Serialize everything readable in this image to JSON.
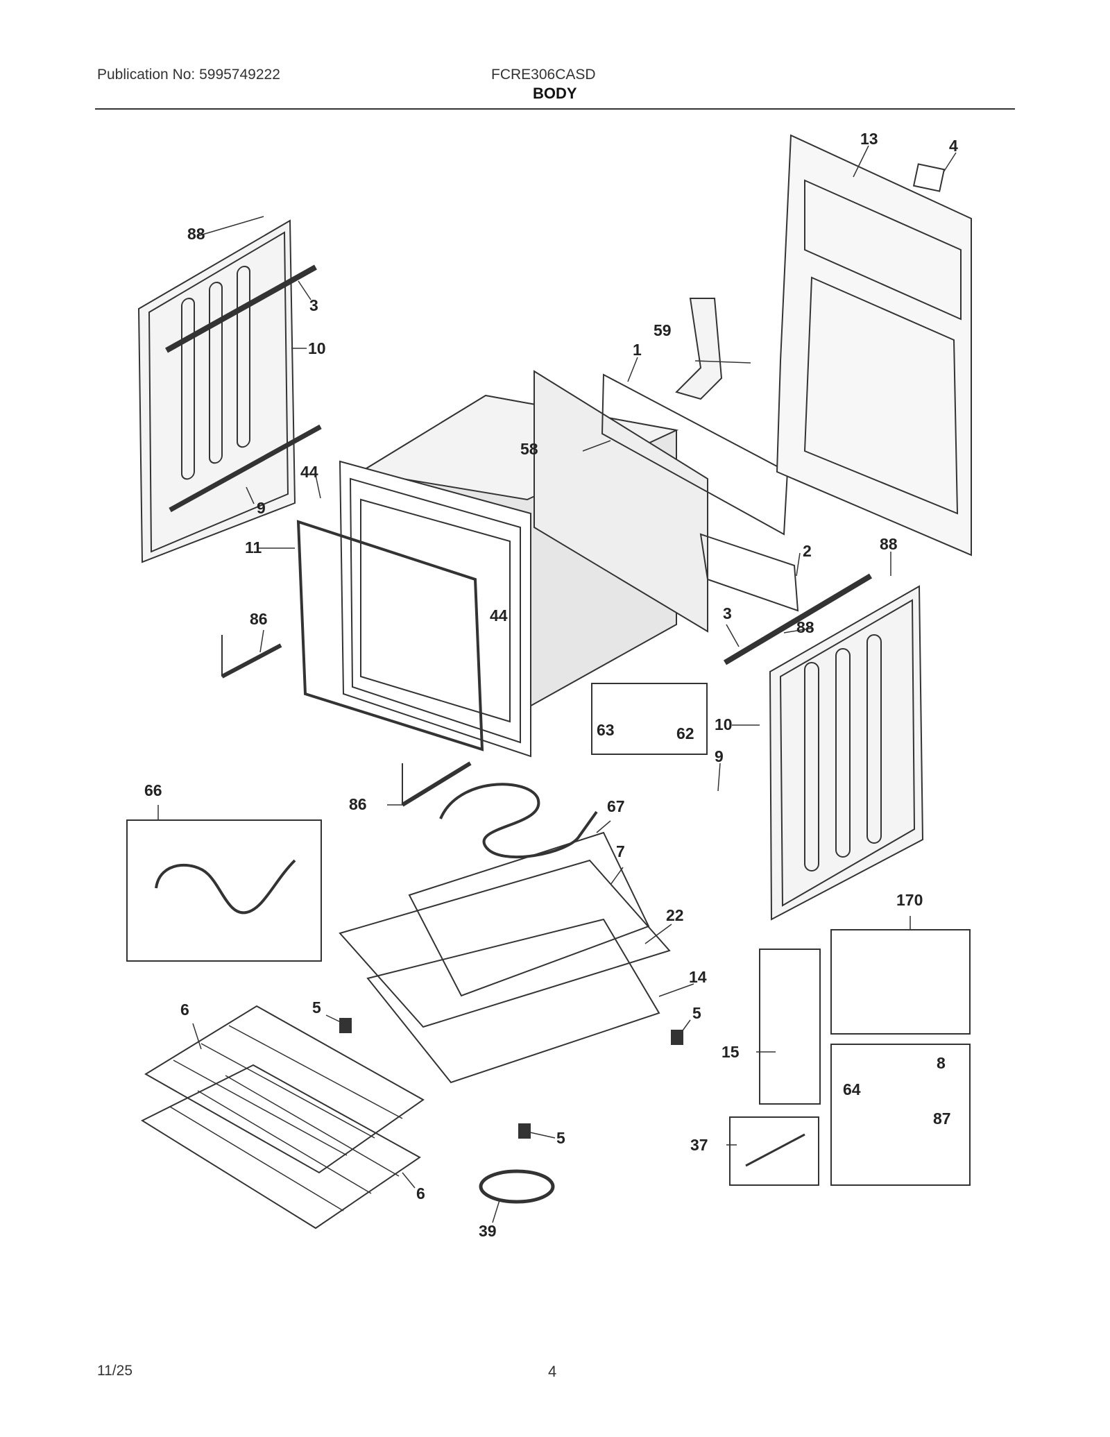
{
  "header": {
    "publication": "Publication No: 5995749222",
    "model": "FCRE306CASD",
    "section": "BODY"
  },
  "footer": {
    "date": "11/25",
    "page": "4"
  },
  "callouts": {
    "c1": "1",
    "c2": "2",
    "c3a": "3",
    "c3b": "3",
    "c4": "4",
    "c5a": "5",
    "c5b": "5",
    "c5c": "5",
    "c6a": "6",
    "c6b": "6",
    "c7": "7",
    "c8": "8",
    "c9a": "9",
    "c9b": "9",
    "c10a": "10",
    "c10b": "10",
    "c11": "11",
    "c13": "13",
    "c14": "14",
    "c15": "15",
    "c22": "22",
    "c37": "37",
    "c39": "39",
    "c44a": "44",
    "c44b": "44",
    "c58": "58",
    "c59": "59",
    "c62": "62",
    "c63": "63",
    "c64": "64",
    "c66": "66",
    "c67": "67",
    "c86a": "86",
    "c86b": "86",
    "c87": "87",
    "c88a": "88",
    "c88b": "88",
    "c88c": "88",
    "c170": "170"
  },
  "colors": {
    "ink": "#222222",
    "panel": "#e6e6e6",
    "line": "#333333"
  }
}
